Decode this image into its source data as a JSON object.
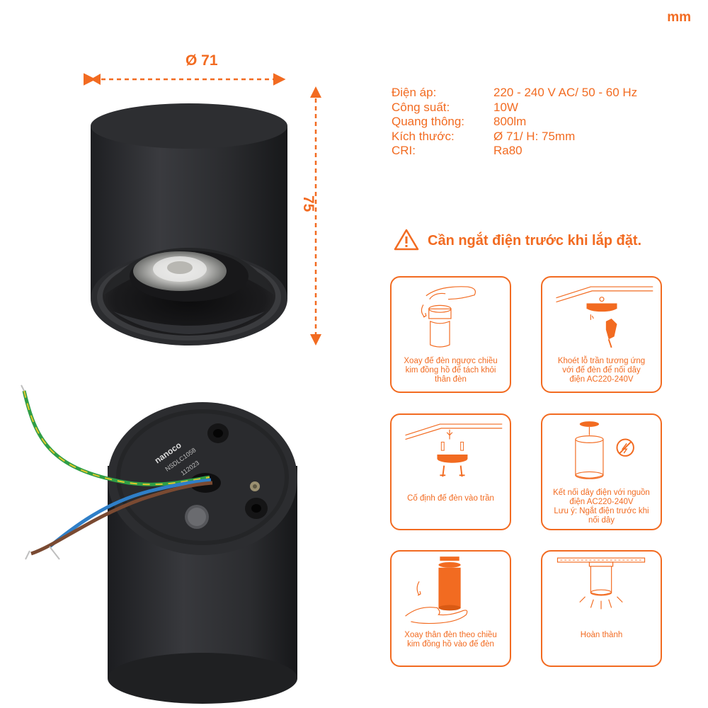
{
  "unit": "mm",
  "dimensions": {
    "width_label": "Ø 71",
    "height_label": "75"
  },
  "specs": [
    {
      "key": "Điện áp:",
      "value": "220 - 240 V AC/ 50 - 60 Hz"
    },
    {
      "key": "Công suất:",
      "value": "10W"
    },
    {
      "key": "Quang thông:",
      "value": "800lm"
    },
    {
      "key": "Kích thước:",
      "value": "Ø 71/ H: 75mm"
    },
    {
      "key": "CRI:",
      "value": "Ra80"
    }
  ],
  "warning": "Cần ngắt điện trước khi lắp đặt.",
  "steps": [
    {
      "text": "Xoay đế đèn ngược chiều\nkim đồng hồ để tách khỏi\nthân đèn"
    },
    {
      "text": "Khoét lỗ trần tương ứng\nvới đế đèn để nối  dây\nđiện AC220-240V"
    },
    {
      "text": "Cố định đế đèn vào trần"
    },
    {
      "text": "Kết nối dây điện với nguồn\nđiện AC220-240V\nLưu ý: Ngắt điện trước khi\nnối dây"
    },
    {
      "text": "Xoay thân đèn theo chiều\nkim đồng hồ vào đế đèn"
    },
    {
      "text": "Hoàn thành"
    }
  ],
  "product_label": {
    "brand": "nanoco",
    "model": "NSDLC1058",
    "date": "112023"
  },
  "colors": {
    "accent": "#f26b21",
    "fixture": "#2c2d30",
    "background": "#ffffff"
  }
}
